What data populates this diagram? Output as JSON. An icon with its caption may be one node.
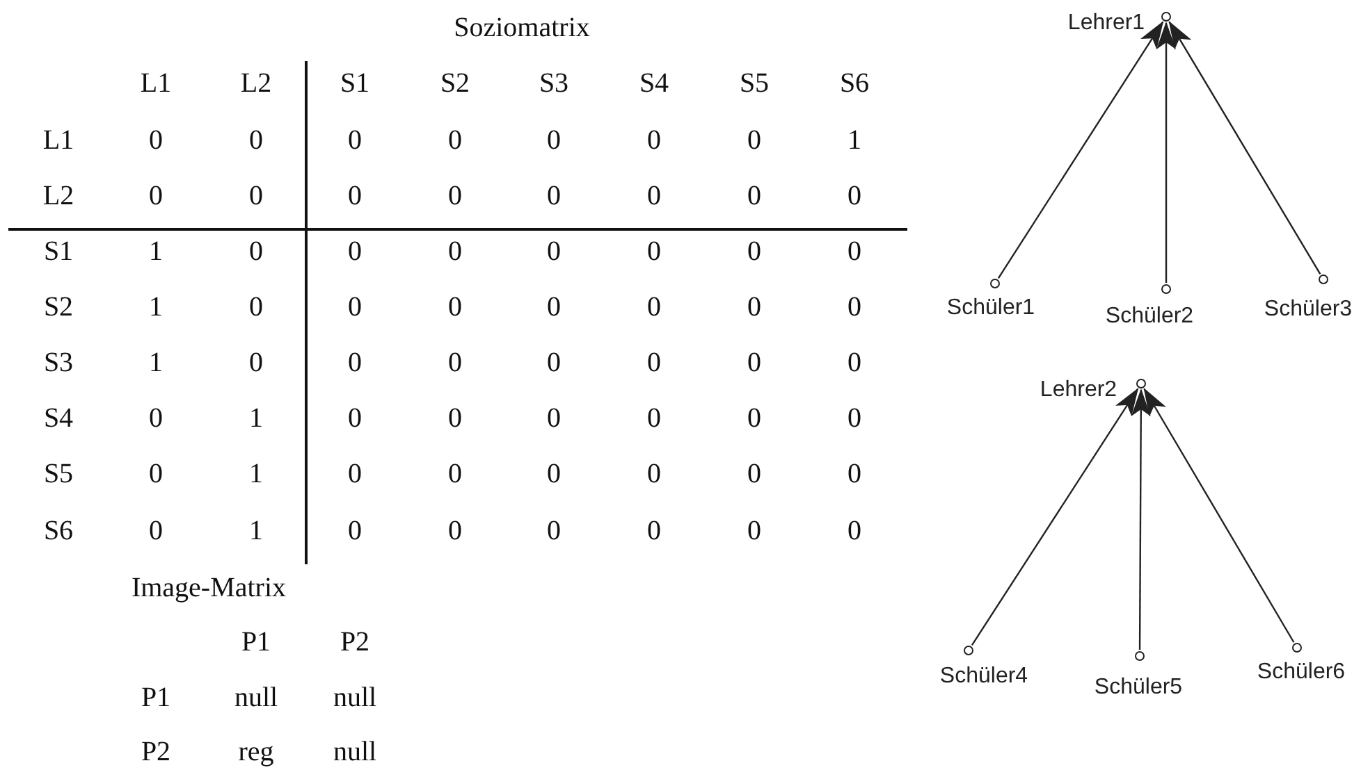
{
  "diagram": {
    "nodes": [
      {
        "text": [],
        "shape": "circle",
        "beside": [
          "Lehrer1"
        ]
      },
      {
        "text": [],
        "shape": "circle",
        "beside": [
          "Schüler1"
        ]
      },
      {
        "text": [],
        "shape": "circle",
        "beside": [
          "Schüler2"
        ]
      },
      {
        "text": [],
        "shape": "circle",
        "beside": [
          "Schüler3"
        ]
      },
      {
        "text": [],
        "shape": "circle",
        "beside": [
          "Lehrer2"
        ]
      },
      {
        "text": [],
        "shape": "circle",
        "beside": [
          "Schüler4"
        ]
      },
      {
        "text": [],
        "shape": "circle",
        "beside": [
          "Schüler5"
        ]
      },
      {
        "text": [],
        "shape": "circle",
        "beside": [
          "Schüler6"
        ]
      }
    ],
    "edges": [
      {
        "from": 1,
        "to": 0,
        "arrow": "to"
      },
      {
        "from": 2,
        "to": 0,
        "arrow": "to"
      },
      {
        "from": 3,
        "to": 0,
        "arrow": "to"
      },
      {
        "from": 5,
        "to": 4,
        "arrow": "to"
      },
      {
        "from": 6,
        "to": 4,
        "arrow": "to"
      },
      {
        "from": 7,
        "to": 4,
        "arrow": "to"
      }
    ],
    "labels": [
      "Soziomatrix",
      "L1",
      "L2",
      "S1",
      "S2",
      "S3",
      "S4",
      "S5",
      "S6",
      "L1",
      "0",
      "0",
      "0",
      "0",
      "0",
      "0",
      "0",
      "1",
      "L2",
      "0",
      "0",
      "0",
      "0",
      "0",
      "0",
      "0",
      "0",
      "S1",
      "1",
      "0",
      "0",
      "0",
      "0",
      "0",
      "0",
      "0",
      "S2",
      "1",
      "0",
      "0",
      "0",
      "0",
      "0",
      "0",
      "0",
      "S3",
      "1",
      "0",
      "0",
      "0",
      "0",
      "0",
      "0",
      "0",
      "S4",
      "0",
      "1",
      "0",
      "0",
      "0",
      "0",
      "0",
      "0",
      "S5",
      "0",
      "1",
      "0",
      "0",
      "0",
      "0",
      "0",
      "0",
      "S6",
      "0",
      "1",
      "0",
      "0",
      "0",
      "0",
      "0",
      "0",
      "Image-Matrix",
      "P1",
      "P2",
      "P1",
      "null",
      "null",
      "P2",
      "reg",
      "null"
    ]
  }
}
